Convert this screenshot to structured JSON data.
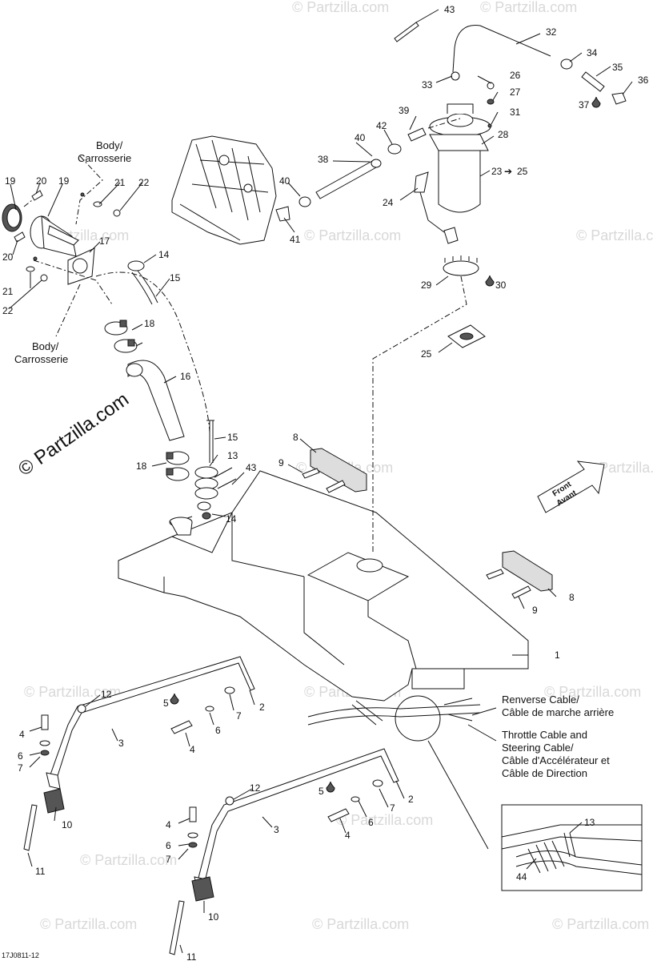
{
  "watermark": "© Partzilla.com",
  "figure_ref": "17J0811-12",
  "notes": {
    "body_top_1": "Body/",
    "body_top_2": "Carrosserie",
    "body_bottom_1": "Body/",
    "body_bottom_2": "Carrosserie",
    "reverse_1": "Renverse Cable/",
    "reverse_2": "Câble de marche arrière",
    "throttle_1": "Throttle Cable and",
    "throttle_2": "Steering Cable/",
    "throttle_3": "Câble d'Accélérateur et",
    "throttle_4": "Câble de Direction",
    "front_1": "Front",
    "front_2": "Avant"
  },
  "callouts": {
    "c1": "1",
    "c2a": "2",
    "c2b": "2",
    "c3a": "3",
    "c3b": "3",
    "c4a": "4",
    "c4b": "4",
    "c4c": "4",
    "c4d": "4",
    "c5a": "5",
    "c5b": "5",
    "c6a": "6",
    "c6b": "6",
    "c6c": "6",
    "c6d": "6",
    "c7a": "7",
    "c7b": "7",
    "c7c": "7",
    "c7d": "7",
    "c8a": "8",
    "c8b": "8",
    "c9a": "9",
    "c9b": "9",
    "c10a": "10",
    "c10b": "10",
    "c11a": "11",
    "c11b": "11",
    "c12a": "12",
    "c12b": "12",
    "c13a": "13",
    "c13b": "13",
    "c14a": "14",
    "c14b": "14",
    "c15a": "15",
    "c15b": "15",
    "c16": "16",
    "c17": "17",
    "c18a": "18",
    "c18b": "18",
    "c19a": "19",
    "c19b": "19",
    "c20a": "20",
    "c20b": "20",
    "c21a": "21",
    "c21b": "21",
    "c22a": "22",
    "c22b": "22",
    "c23": "23",
    "c23b": "25",
    "c24": "24",
    "c25": "25",
    "c26": "26",
    "c27": "27",
    "c28": "28",
    "c29": "29",
    "c30": "30",
    "c31": "31",
    "c32": "32",
    "c33": "33",
    "c34": "34",
    "c35": "35",
    "c36": "36",
    "c37": "37",
    "c38": "38",
    "c39": "39",
    "c40a": "40",
    "c40b": "40",
    "c41": "41",
    "c42": "42",
    "c43a": "43",
    "c43b": "43",
    "c44": "44"
  }
}
